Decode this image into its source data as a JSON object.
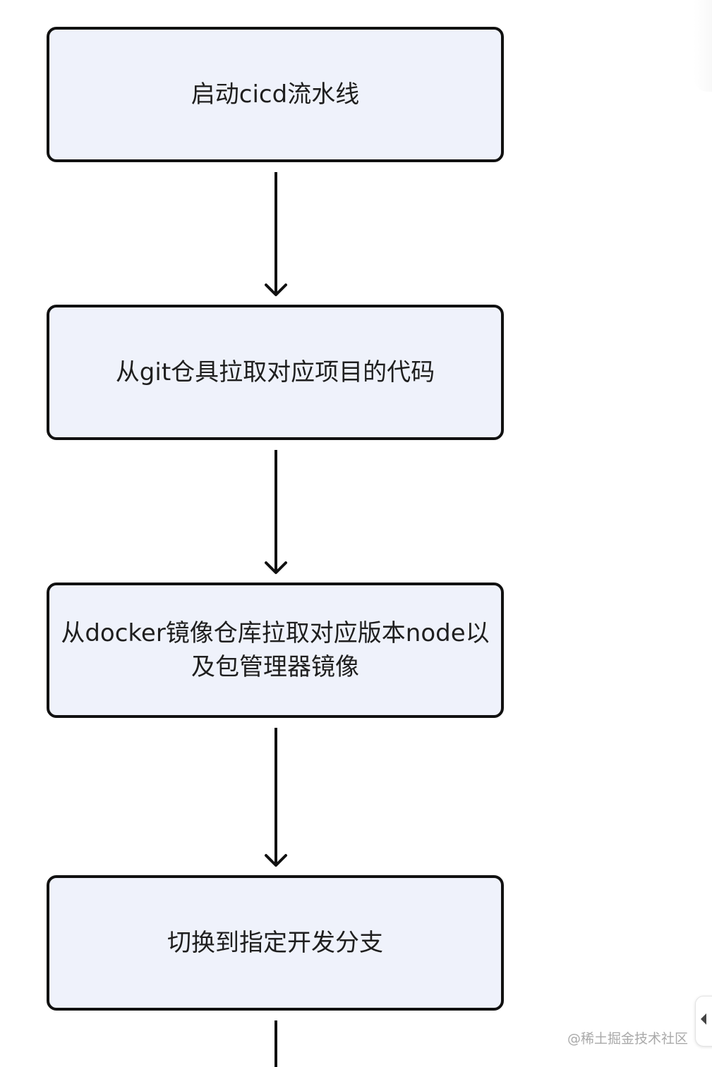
{
  "diagram": {
    "type": "flowchart",
    "direction": "top-to-bottom",
    "node_fill": "#eff2fb",
    "stroke_color": "#111111",
    "text_color": "#1f1f1f",
    "nodes": [
      {
        "id": "n1",
        "label": "启动cicd流水线"
      },
      {
        "id": "n2",
        "label": "从git仓具拉取对应项目的代码"
      },
      {
        "id": "n3",
        "label": "从docker镜像仓库拉取对应版本node以及包管理器镜像"
      },
      {
        "id": "n4",
        "label": "切换到指定开发分支"
      }
    ],
    "edges": [
      {
        "from": "n1",
        "to": "n2"
      },
      {
        "from": "n2",
        "to": "n3"
      },
      {
        "from": "n3",
        "to": "n4"
      },
      {
        "from": "n4",
        "to": "next"
      }
    ]
  },
  "watermark": {
    "text": "@稀土掘金技术社区"
  },
  "side_panel": {
    "icon": "chevron-left-icon"
  }
}
